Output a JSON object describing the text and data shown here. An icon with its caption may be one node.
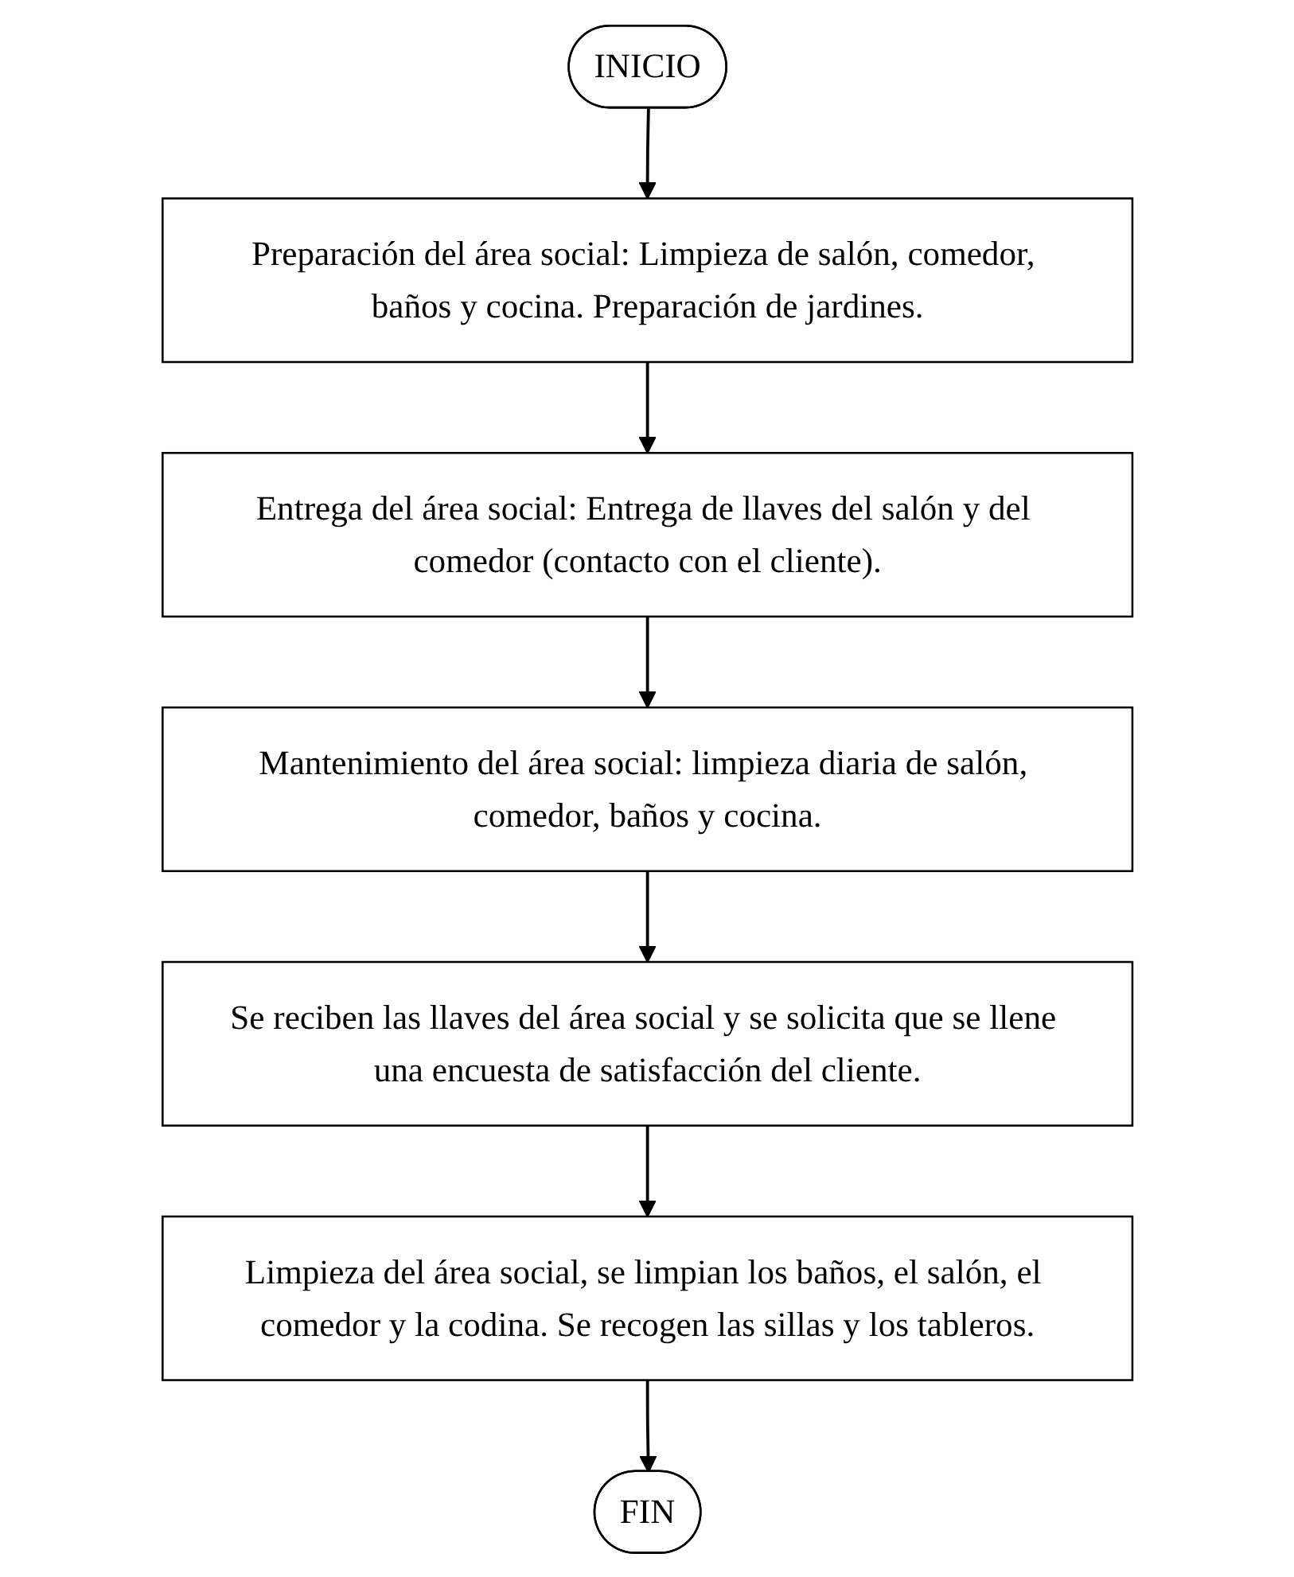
{
  "diagram": {
    "nodes": [
      {
        "text": [
          "INICIO"
        ]
      },
      {
        "text": [
          "Preparación del área social: Limpieza de salón, comedor, baños y cocina. Preparación de jardines."
        ]
      },
      {
        "text": [
          "Entrega del área social: Entrega de llaves del salón y del comedor (contacto con el cliente)."
        ]
      },
      {
        "text": [
          "Mantenimiento del área social: limpieza diaria de salón, comedor, baños y cocina."
        ]
      },
      {
        "text": [
          "Se reciben las llaves del área social y se solicita que se llene una encuesta de satisfacción del cliente."
        ]
      },
      {
        "text": [
          "Limpieza del área social, se limpian los baños, el salón, el comedor y la codina. Se recogen las sillas y los tableros."
        ]
      },
      {
        "text": [
          "FIN"
        ]
      }
    ],
    "edges": [
      {
        "from": 0,
        "to": 1,
        "arrow": "to"
      },
      {
        "from": 1,
        "to": 2,
        "arrow": "to"
      },
      {
        "from": 2,
        "to": 3,
        "arrow": "to"
      },
      {
        "from": 3,
        "to": 4,
        "arrow": "to"
      },
      {
        "from": 4,
        "to": 5,
        "arrow": "to"
      },
      {
        "from": 5,
        "to": 6,
        "arrow": "to"
      }
    ]
  }
}
